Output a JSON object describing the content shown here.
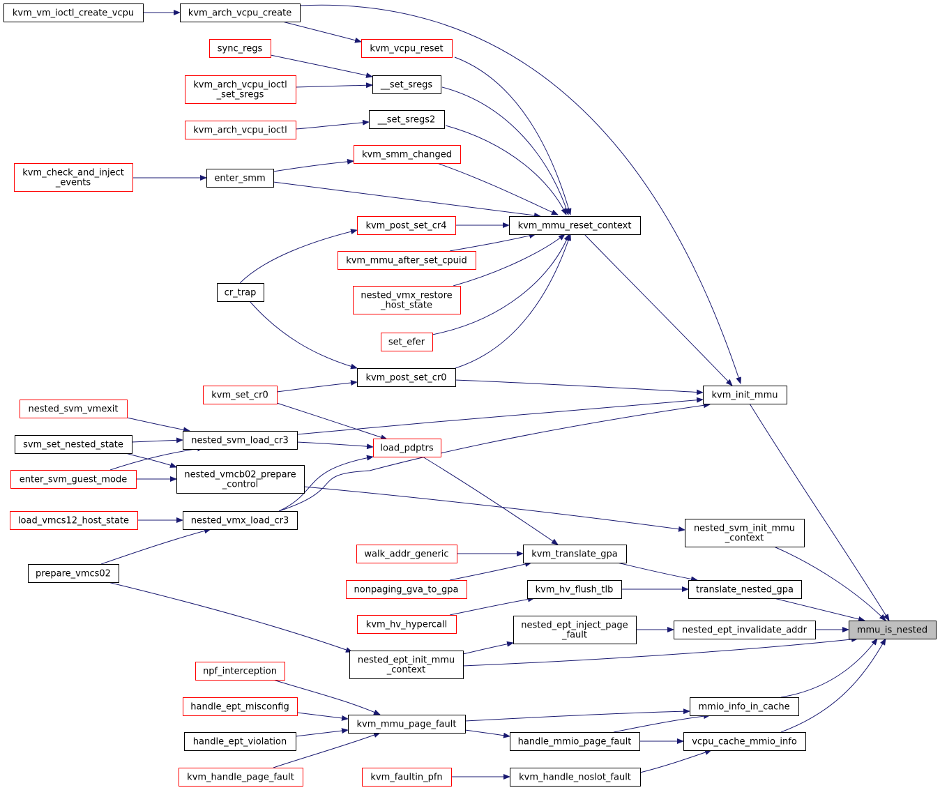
{
  "nodes": [
    {
      "id": "kvm_vm_ioctl_create_vcpu",
      "lines": [
        "kvm_vm_ioctl_create_vcpu"
      ],
      "style": "black"
    },
    {
      "id": "kvm_arch_vcpu_create",
      "lines": [
        "kvm_arch_vcpu_create"
      ],
      "style": "black"
    },
    {
      "id": "kvm_vcpu_reset",
      "lines": [
        "kvm_vcpu_reset"
      ],
      "style": "red"
    },
    {
      "id": "sync_regs",
      "lines": [
        "sync_regs"
      ],
      "style": "red"
    },
    {
      "id": "kvm_arch_vcpu_ioctl_set_sregs",
      "lines": [
        "kvm_arch_vcpu_ioctl",
        "_set_sregs"
      ],
      "style": "red"
    },
    {
      "id": "__set_sregs",
      "lines": [
        "__set_sregs"
      ],
      "style": "black"
    },
    {
      "id": "kvm_arch_vcpu_ioctl",
      "lines": [
        "kvm_arch_vcpu_ioctl"
      ],
      "style": "red"
    },
    {
      "id": "__set_sregs2",
      "lines": [
        "__set_sregs2"
      ],
      "style": "black"
    },
    {
      "id": "kvm_smm_changed",
      "lines": [
        "kvm_smm_changed"
      ],
      "style": "red"
    },
    {
      "id": "kvm_check_and_inject_events",
      "lines": [
        "kvm_check_and_inject",
        "_events"
      ],
      "style": "red"
    },
    {
      "id": "enter_smm",
      "lines": [
        "enter_smm"
      ],
      "style": "black"
    },
    {
      "id": "kvm_post_set_cr4",
      "lines": [
        "kvm_post_set_cr4"
      ],
      "style": "red"
    },
    {
      "id": "kvm_mmu_reset_context",
      "lines": [
        "kvm_mmu_reset_context"
      ],
      "style": "black"
    },
    {
      "id": "kvm_mmu_after_set_cpuid",
      "lines": [
        "kvm_mmu_after_set_cpuid"
      ],
      "style": "red"
    },
    {
      "id": "cr_trap",
      "lines": [
        "cr_trap"
      ],
      "style": "black"
    },
    {
      "id": "nested_vmx_restore_host_state",
      "lines": [
        "nested_vmx_restore",
        "_host_state"
      ],
      "style": "red"
    },
    {
      "id": "set_efer",
      "lines": [
        "set_efer"
      ],
      "style": "red"
    },
    {
      "id": "kvm_post_set_cr0",
      "lines": [
        "kvm_post_set_cr0"
      ],
      "style": "black"
    },
    {
      "id": "kvm_set_cr0",
      "lines": [
        "kvm_set_cr0"
      ],
      "style": "red"
    },
    {
      "id": "kvm_init_mmu",
      "lines": [
        "kvm_init_mmu"
      ],
      "style": "black"
    },
    {
      "id": "nested_svm_vmexit",
      "lines": [
        "nested_svm_vmexit"
      ],
      "style": "red"
    },
    {
      "id": "nested_svm_load_cr3",
      "lines": [
        "nested_svm_load_cr3"
      ],
      "style": "black"
    },
    {
      "id": "svm_set_nested_state",
      "lines": [
        "svm_set_nested_state"
      ],
      "style": "black"
    },
    {
      "id": "load_pdptrs",
      "lines": [
        "load_pdptrs"
      ],
      "style": "red"
    },
    {
      "id": "enter_svm_guest_mode",
      "lines": [
        "enter_svm_guest_mode"
      ],
      "style": "red"
    },
    {
      "id": "nested_vmcb02_prepare_control",
      "lines": [
        "nested_vmcb02_prepare",
        "_control"
      ],
      "style": "black"
    },
    {
      "id": "load_vmcs12_host_state",
      "lines": [
        "load_vmcs12_host_state"
      ],
      "style": "red"
    },
    {
      "id": "nested_vmx_load_cr3",
      "lines": [
        "nested_vmx_load_cr3"
      ],
      "style": "black"
    },
    {
      "id": "nested_svm_init_mmu_context",
      "lines": [
        "nested_svm_init_mmu",
        "_context"
      ],
      "style": "black"
    },
    {
      "id": "walk_addr_generic",
      "lines": [
        "walk_addr_generic"
      ],
      "style": "red"
    },
    {
      "id": "kvm_translate_gpa",
      "lines": [
        "kvm_translate_gpa"
      ],
      "style": "black"
    },
    {
      "id": "prepare_vmcs02",
      "lines": [
        "prepare_vmcs02"
      ],
      "style": "black"
    },
    {
      "id": "nonpaging_gva_to_gpa",
      "lines": [
        "nonpaging_gva_to_gpa"
      ],
      "style": "red"
    },
    {
      "id": "kvm_hv_flush_tlb",
      "lines": [
        "kvm_hv_flush_tlb"
      ],
      "style": "black"
    },
    {
      "id": "translate_nested_gpa",
      "lines": [
        "translate_nested_gpa"
      ],
      "style": "black"
    },
    {
      "id": "kvm_hv_hypercall",
      "lines": [
        "kvm_hv_hypercall"
      ],
      "style": "red"
    },
    {
      "id": "nested_ept_inject_page_fault",
      "lines": [
        "nested_ept_inject_page",
        "_fault"
      ],
      "style": "black"
    },
    {
      "id": "nested_ept_invalidate_addr",
      "lines": [
        "nested_ept_invalidate_addr"
      ],
      "style": "black"
    },
    {
      "id": "mmu_is_nested",
      "lines": [
        "mmu_is_nested"
      ],
      "style": "highlight"
    },
    {
      "id": "nested_ept_init_mmu_context",
      "lines": [
        "nested_ept_init_mmu",
        "_context"
      ],
      "style": "black"
    },
    {
      "id": "npf_interception",
      "lines": [
        "npf_interception"
      ],
      "style": "red"
    },
    {
      "id": "handle_ept_misconfig",
      "lines": [
        "handle_ept_misconfig"
      ],
      "style": "red"
    },
    {
      "id": "mmio_info_in_cache",
      "lines": [
        "mmio_info_in_cache"
      ],
      "style": "black"
    },
    {
      "id": "kvm_mmu_page_fault",
      "lines": [
        "kvm_mmu_page_fault"
      ],
      "style": "black"
    },
    {
      "id": "handle_ept_violation",
      "lines": [
        "handle_ept_violation"
      ],
      "style": "black"
    },
    {
      "id": "handle_mmio_page_fault",
      "lines": [
        "handle_mmio_page_fault"
      ],
      "style": "black"
    },
    {
      "id": "vcpu_cache_mmio_info",
      "lines": [
        "vcpu_cache_mmio_info"
      ],
      "style": "black"
    },
    {
      "id": "kvm_handle_page_fault",
      "lines": [
        "kvm_handle_page_fault"
      ],
      "style": "red"
    },
    {
      "id": "kvm_faultin_pfn",
      "lines": [
        "kvm_faultin_pfn"
      ],
      "style": "red"
    },
    {
      "id": "kvm_handle_noslot_fault",
      "lines": [
        "kvm_handle_noslot_fault"
      ],
      "style": "black"
    }
  ],
  "edges": [
    {
      "from": "kvm_vm_ioctl_create_vcpu",
      "to": "kvm_arch_vcpu_create"
    },
    {
      "from": "kvm_arch_vcpu_create",
      "to": "kvm_vcpu_reset"
    },
    {
      "from": "kvm_arch_vcpu_create",
      "to": "kvm_init_mmu"
    },
    {
      "from": "kvm_vcpu_reset",
      "to": "kvm_mmu_reset_context"
    },
    {
      "from": "sync_regs",
      "to": "__set_sregs"
    },
    {
      "from": "kvm_arch_vcpu_ioctl_set_sregs",
      "to": "__set_sregs"
    },
    {
      "from": "__set_sregs",
      "to": "kvm_mmu_reset_context"
    },
    {
      "from": "kvm_arch_vcpu_ioctl",
      "to": "__set_sregs2"
    },
    {
      "from": "__set_sregs2",
      "to": "kvm_mmu_reset_context"
    },
    {
      "from": "kvm_smm_changed",
      "to": "kvm_mmu_reset_context"
    },
    {
      "from": "kvm_check_and_inject_events",
      "to": "enter_smm"
    },
    {
      "from": "enter_smm",
      "to": "kvm_smm_changed"
    },
    {
      "from": "enter_smm",
      "to": "kvm_mmu_reset_context"
    },
    {
      "from": "kvm_post_set_cr4",
      "to": "kvm_mmu_reset_context"
    },
    {
      "from": "kvm_mmu_after_set_cpuid",
      "to": "kvm_mmu_reset_context"
    },
    {
      "from": "nested_vmx_restore_host_state",
      "to": "kvm_mmu_reset_context"
    },
    {
      "from": "set_efer",
      "to": "kvm_mmu_reset_context"
    },
    {
      "from": "kvm_post_set_cr0",
      "to": "kvm_mmu_reset_context"
    },
    {
      "from": "cr_trap",
      "to": "kvm_post_set_cr4"
    },
    {
      "from": "cr_trap",
      "to": "kvm_post_set_cr0"
    },
    {
      "from": "kvm_set_cr0",
      "to": "kvm_post_set_cr0"
    },
    {
      "from": "kvm_set_cr0",
      "to": "load_pdptrs"
    },
    {
      "from": "kvm_mmu_reset_context",
      "to": "kvm_init_mmu"
    },
    {
      "from": "kvm_post_set_cr0",
      "to": "kvm_init_mmu"
    },
    {
      "from": "nested_svm_load_cr3",
      "to": "kvm_init_mmu"
    },
    {
      "from": "nested_vmx_load_cr3",
      "to": "kvm_init_mmu"
    },
    {
      "from": "kvm_init_mmu",
      "to": "mmu_is_nested"
    },
    {
      "from": "nested_svm_vmexit",
      "to": "nested_svm_load_cr3"
    },
    {
      "from": "svm_set_nested_state",
      "to": "nested_svm_load_cr3"
    },
    {
      "from": "svm_set_nested_state",
      "to": "nested_vmcb02_prepare_control"
    },
    {
      "from": "enter_svm_guest_mode",
      "to": "nested_svm_load_cr3"
    },
    {
      "from": "enter_svm_guest_mode",
      "to": "nested_vmcb02_prepare_control"
    },
    {
      "from": "nested_svm_load_cr3",
      "to": "load_pdptrs"
    },
    {
      "from": "nested_vmx_load_cr3",
      "to": "load_pdptrs"
    },
    {
      "from": "load_vmcs12_host_state",
      "to": "nested_vmx_load_cr3"
    },
    {
      "from": "prepare_vmcs02",
      "to": "nested_vmx_load_cr3"
    },
    {
      "from": "prepare_vmcs02",
      "to": "nested_ept_init_mmu_context"
    },
    {
      "from": "nested_vmcb02_prepare_control",
      "to": "nested_svm_init_mmu_context"
    },
    {
      "from": "nested_svm_init_mmu_context",
      "to": "mmu_is_nested"
    },
    {
      "from": "load_pdptrs",
      "to": "kvm_translate_gpa"
    },
    {
      "from": "walk_addr_generic",
      "to": "kvm_translate_gpa"
    },
    {
      "from": "nonpaging_gva_to_gpa",
      "to": "kvm_translate_gpa"
    },
    {
      "from": "kvm_translate_gpa",
      "to": "translate_nested_gpa"
    },
    {
      "from": "kvm_hv_hypercall",
      "to": "kvm_hv_flush_tlb"
    },
    {
      "from": "kvm_hv_flush_tlb",
      "to": "translate_nested_gpa"
    },
    {
      "from": "translate_nested_gpa",
      "to": "mmu_is_nested"
    },
    {
      "from": "nested_ept_init_mmu_context",
      "to": "nested_ept_inject_page_fault"
    },
    {
      "from": "nested_ept_init_mmu_context",
      "to": "mmu_is_nested"
    },
    {
      "from": "nested_ept_inject_page_fault",
      "to": "nested_ept_invalidate_addr"
    },
    {
      "from": "nested_ept_invalidate_addr",
      "to": "mmu_is_nested"
    },
    {
      "from": "npf_interception",
      "to": "kvm_mmu_page_fault"
    },
    {
      "from": "handle_ept_misconfig",
      "to": "kvm_mmu_page_fault"
    },
    {
      "from": "handle_ept_violation",
      "to": "kvm_mmu_page_fault"
    },
    {
      "from": "kvm_handle_page_fault",
      "to": "kvm_mmu_page_fault"
    },
    {
      "from": "kvm_mmu_page_fault",
      "to": "mmio_info_in_cache"
    },
    {
      "from": "kvm_mmu_page_fault",
      "to": "handle_mmio_page_fault"
    },
    {
      "from": "handle_mmio_page_fault",
      "to": "mmio_info_in_cache"
    },
    {
      "from": "handle_mmio_page_fault",
      "to": "vcpu_cache_mmio_info"
    },
    {
      "from": "mmio_info_in_cache",
      "to": "mmu_is_nested"
    },
    {
      "from": "vcpu_cache_mmio_info",
      "to": "mmu_is_nested"
    },
    {
      "from": "kvm_faultin_pfn",
      "to": "kvm_handle_noslot_fault"
    },
    {
      "from": "kvm_handle_noslot_fault",
      "to": "vcpu_cache_mmio_info"
    }
  ],
  "colors": {
    "edge": "#191970",
    "border_black": "#000000",
    "border_red": "#ff0000",
    "highlight_fill": "#bfbfbf",
    "highlight_border": "#000000",
    "text": "#000000"
  }
}
